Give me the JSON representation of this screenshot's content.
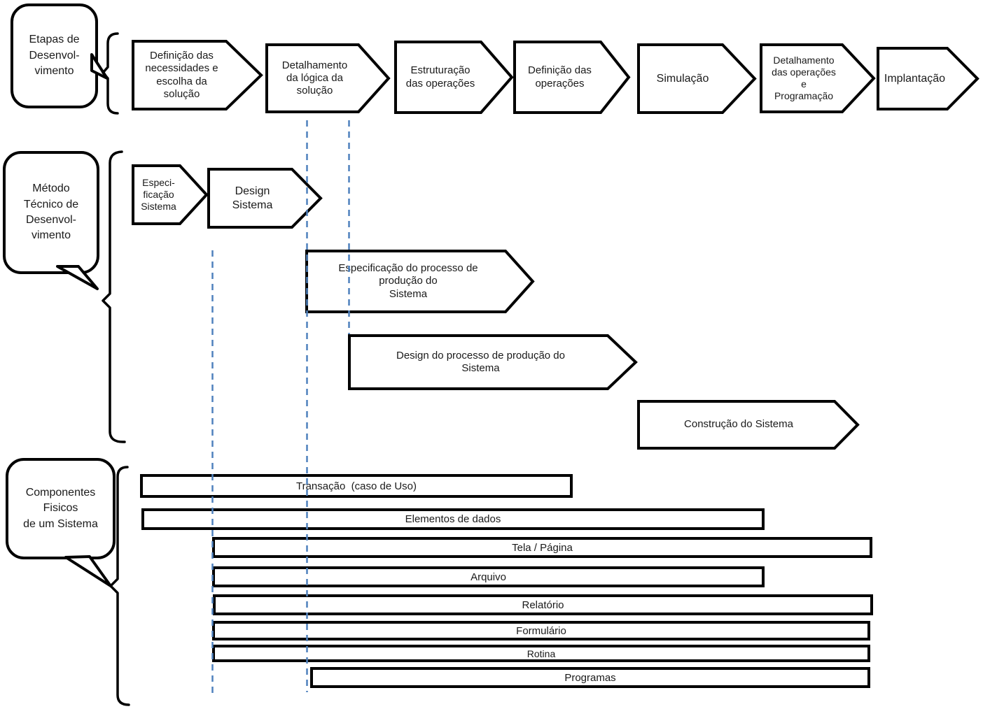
{
  "colors": {
    "shape_stroke": "#000000",
    "shape_fill": "#ffffff",
    "dashed_line": "#4f81bd",
    "text": "#1a1a1a"
  },
  "callouts": {
    "stages": {
      "label": "Etapas de\nDesenvol-\nvimento"
    },
    "method": {
      "label": "Método\nTécnico de\nDesenvol-\nvimento"
    },
    "components": {
      "label": "Componentes\nFisicos\nde um Sistema"
    }
  },
  "stages": [
    {
      "label": "Definição das\nnecessidades e\nescolha da\nsolução"
    },
    {
      "label": "Detalhamento\nda lógica da\nsolução"
    },
    {
      "label": "Estruturação\ndas operações"
    },
    {
      "label": "Definição das\noperações"
    },
    {
      "label": "Simulação"
    },
    {
      "label": "Detalhamento\ndas operações\ne\nProgramação"
    },
    {
      "label": "Implantação"
    }
  ],
  "method_steps": [
    {
      "label": "Especi-\nficação\nSistema"
    },
    {
      "label": "Design\nSistema"
    },
    {
      "label": "Especificação do processo de\nprodução do\nSistema"
    },
    {
      "label": "Design do processo de produção do\nSistema"
    },
    {
      "label": "Construção do Sistema"
    }
  ],
  "components": [
    {
      "label": "Transação  (caso de Uso)"
    },
    {
      "label": "Elementos de dados"
    },
    {
      "label": "Tela / Página"
    },
    {
      "label": "Arquivo"
    },
    {
      "label": "Relatório"
    },
    {
      "label": "Formulário"
    },
    {
      "label": "Rotina"
    },
    {
      "label": "Programas"
    }
  ]
}
